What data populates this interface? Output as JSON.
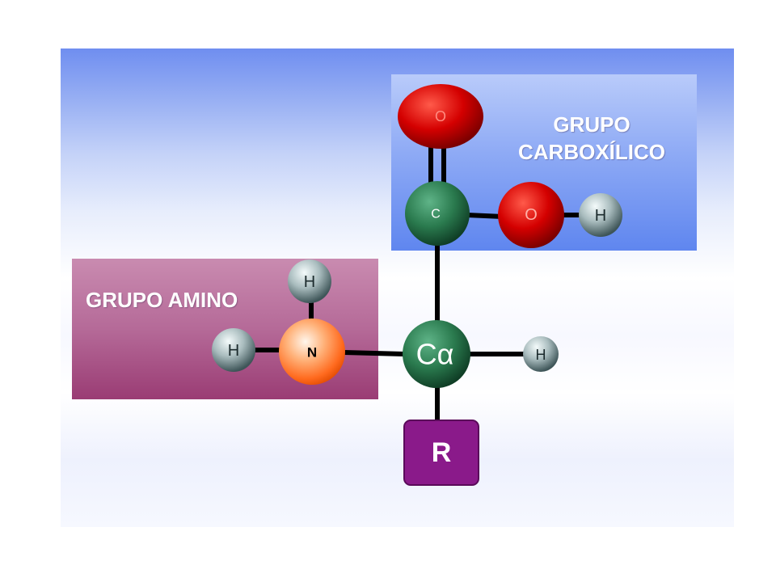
{
  "groups": {
    "carboxyl": {
      "label_line1": "GRUPO",
      "label_line2": "CARBOXÍLICO"
    },
    "amino": {
      "label": "GRUPO AMINO"
    }
  },
  "atoms": {
    "o_double": "O",
    "c_carboxyl": "C",
    "o_hydroxyl": "O",
    "h_hydroxyl": "H",
    "h_amino_top": "H",
    "h_amino_left": "H",
    "n": "N",
    "c_alpha": "Cα",
    "h_alpha": "H",
    "r": "R"
  },
  "colors": {
    "oxygen": "#d40000",
    "carbon": "#2a7a4e",
    "nitrogen": "#ff7a2e",
    "hydrogen": "#8fa3a6",
    "r_group": "#8a1a8a"
  }
}
